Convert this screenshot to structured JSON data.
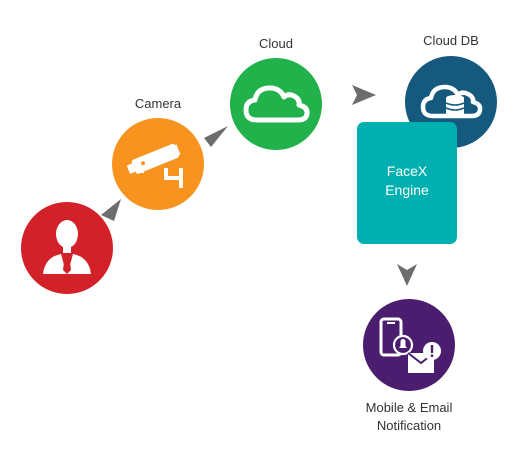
{
  "nodes": {
    "person": {
      "icon": "businessman-icon",
      "color": "#d22128"
    },
    "camera": {
      "label": "Camera",
      "icon": "security-camera-icon",
      "color": "#f7931e"
    },
    "cloud": {
      "label": "Cloud",
      "icon": "cloud-icon",
      "color": "#21b24b"
    },
    "cloud_db": {
      "label": "Cloud DB",
      "icon": "cloud-database-icon",
      "color": "#155a7e"
    },
    "engine": {
      "line1": "FaceX",
      "line2": "Engine",
      "color": "#00b0b1"
    },
    "notification": {
      "line1": "Mobile & Email",
      "line2": "Notification",
      "icon": "phone-email-alert-icon",
      "color": "#4b1d6e"
    }
  },
  "arrow_color": "#6d6d6d"
}
